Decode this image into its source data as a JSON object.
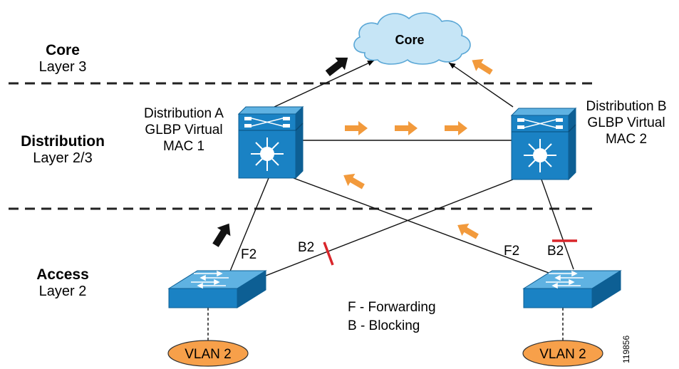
{
  "layers": {
    "core": {
      "title": "Core",
      "subtitle": "Layer 3"
    },
    "distribution": {
      "title": "Distribution",
      "subtitle": "Layer 2/3"
    },
    "access": {
      "title": "Access",
      "subtitle": "Layer 2"
    }
  },
  "core_cloud": {
    "label": "Core"
  },
  "distribution_a": {
    "line1": "Distribution A",
    "line2": "GLBP Virtual",
    "line3": "MAC 1"
  },
  "distribution_b": {
    "line1": "Distribution B",
    "line2": "GLBP Virtual",
    "line3": "MAC 2"
  },
  "ports": {
    "left_f2": "F2",
    "left_b2": "B2",
    "right_f2": "F2",
    "right_b2": "B2"
  },
  "legend": {
    "forwarding": "F - Forwarding",
    "blocking": "B - Blocking"
  },
  "vlans": {
    "left": "VLAN 2",
    "right": "VLAN 2"
  },
  "figure_id": "119856",
  "colors": {
    "device_blue": "#1a82c4",
    "device_dark": "#0d5f94",
    "cloud_fill": "#c6e5f6",
    "cloud_stroke": "#5aa7d6",
    "orange_arrow": "#f29a3c",
    "black_arrow": "#111111",
    "block_mark": "#d9262b",
    "vlan_fill": "#f7a04a"
  }
}
